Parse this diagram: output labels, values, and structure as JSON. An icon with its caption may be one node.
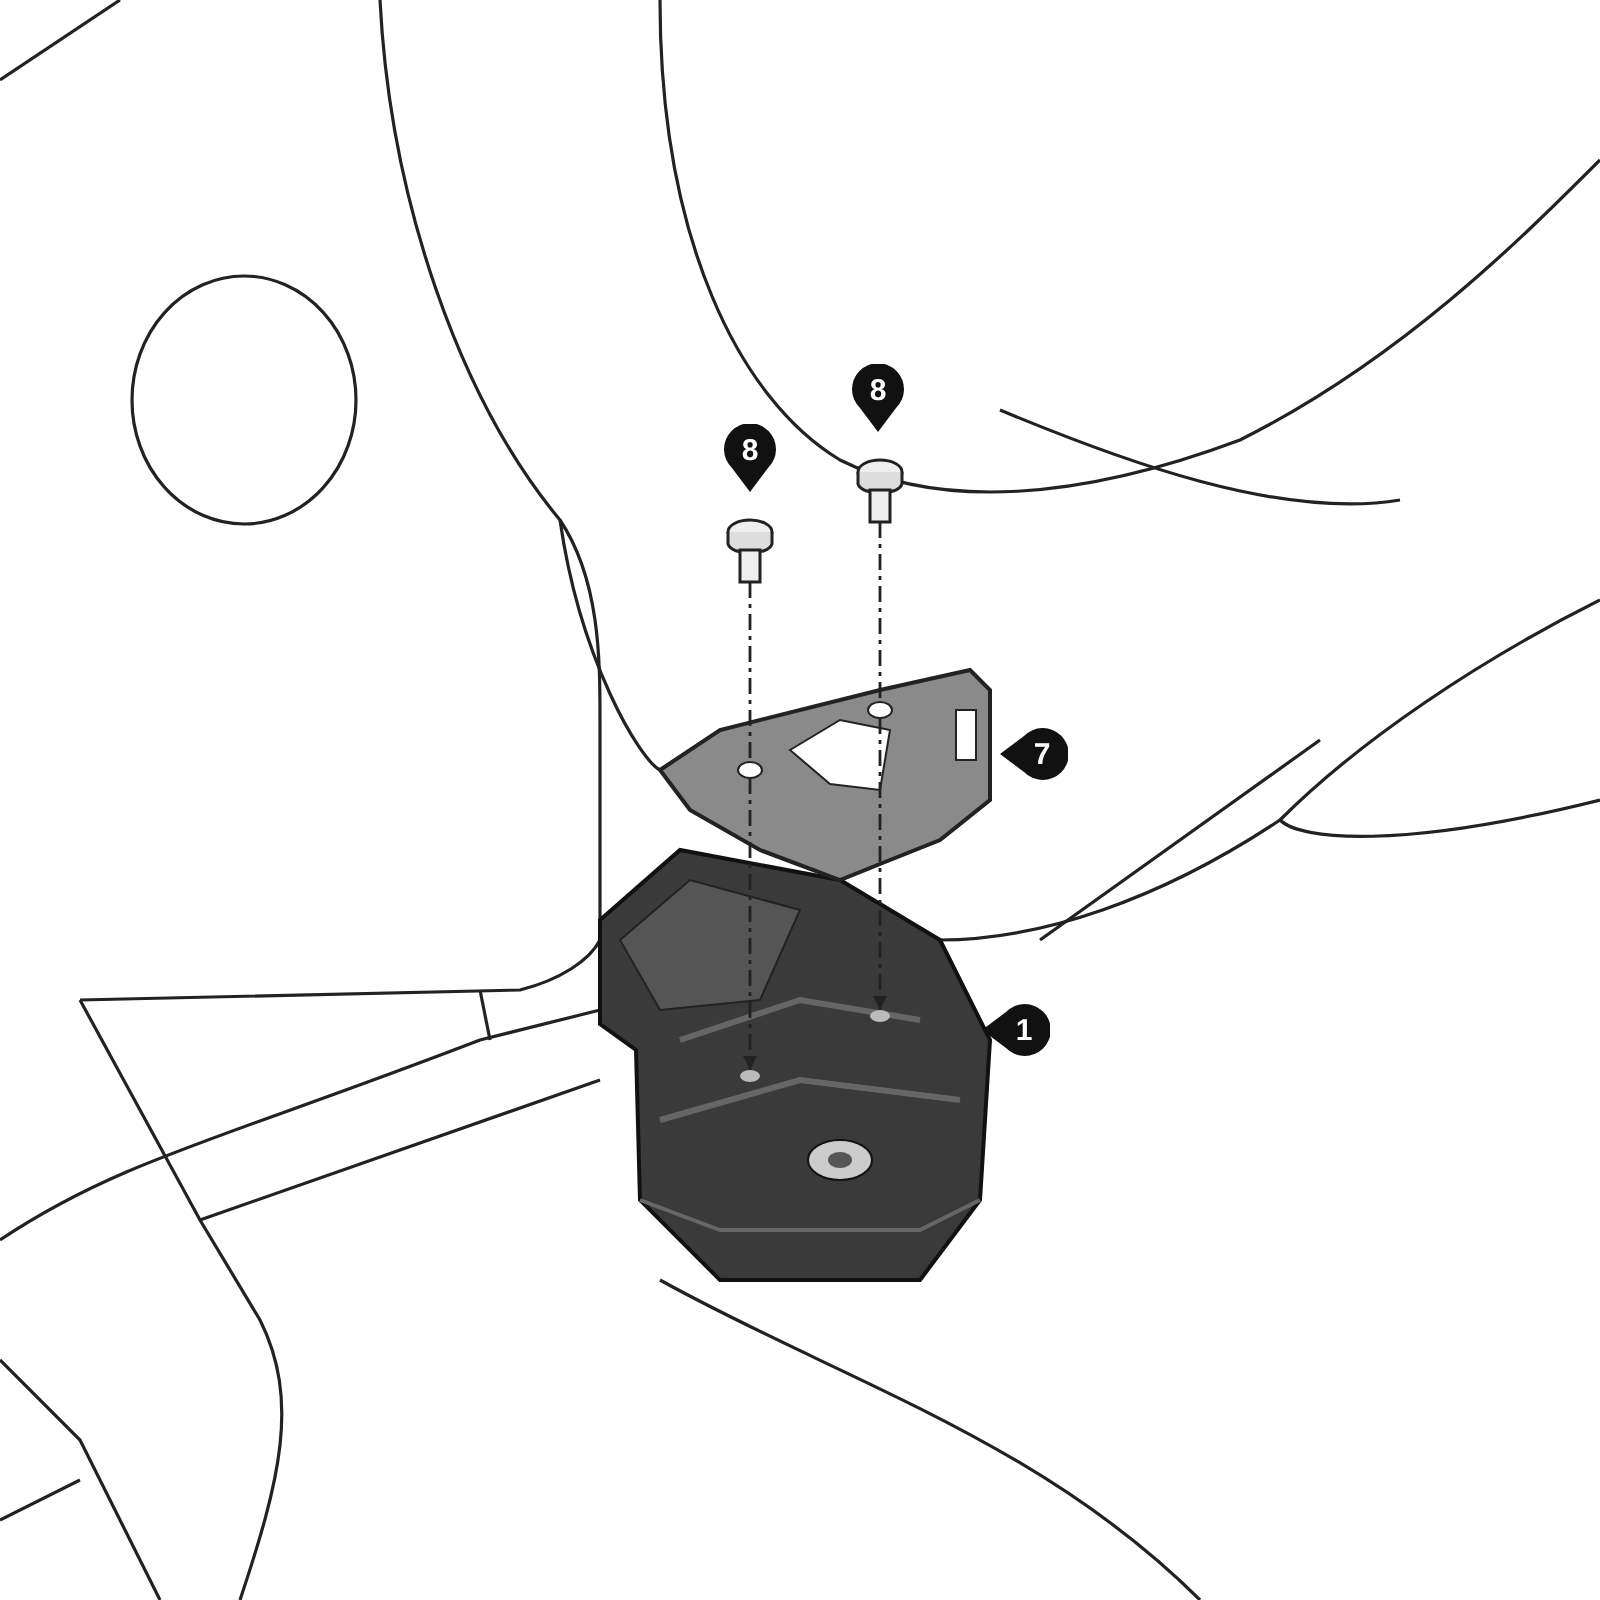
{
  "diagram": {
    "nodes": [
      {
        "text": [],
        "shape": "picture",
        "beside": [
          "8"
        ]
      },
      {
        "text": [],
        "shape": "picture",
        "beside": [
          "8"
        ]
      },
      {
        "text": [],
        "shape": "picture",
        "beside": [
          "7"
        ]
      },
      {
        "text": [],
        "shape": "picture",
        "beside": [
          "1"
        ]
      }
    ],
    "edges": [
      {
        "from": 0,
        "to": 2,
        "arrow": "none",
        "style": "dashed"
      },
      {
        "from": 2,
        "to": 3,
        "arrow": "to",
        "style": "dashed"
      },
      {
        "from": 1,
        "to": 2,
        "arrow": "none",
        "style": "dashed"
      },
      {
        "from": 2,
        "to": 3,
        "arrow": "to",
        "style": "dashed"
      }
    ]
  }
}
